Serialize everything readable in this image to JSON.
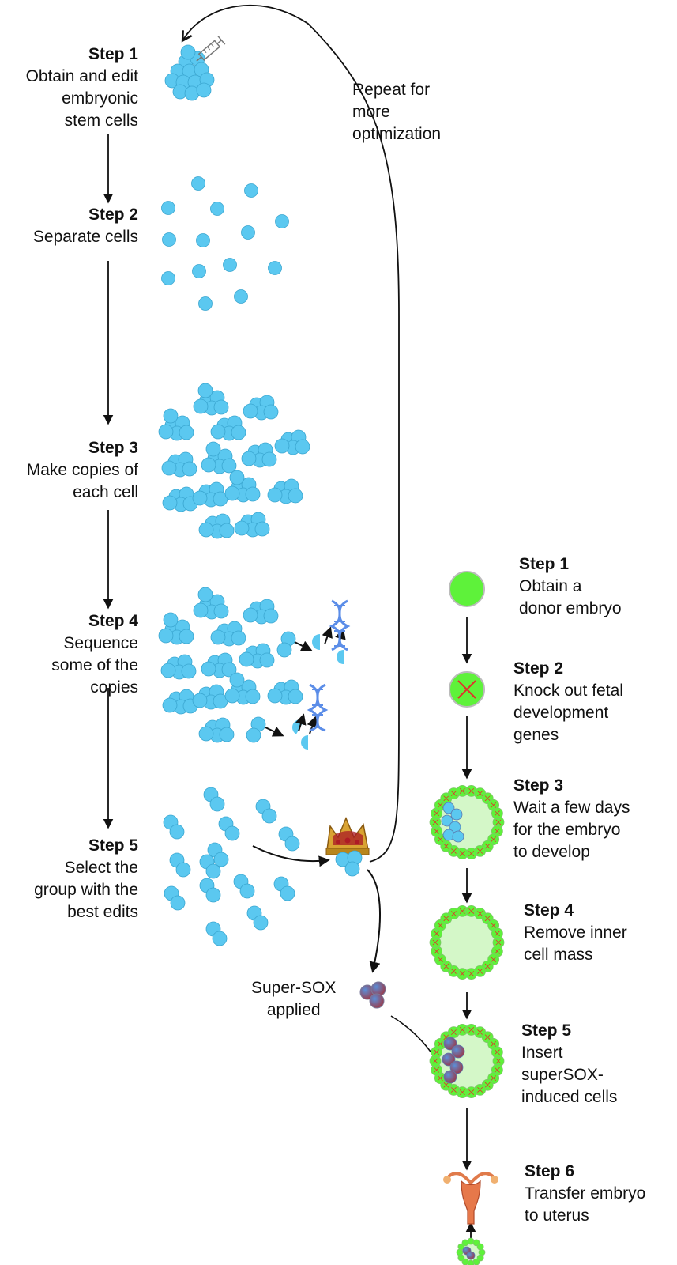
{
  "left_steps": [
    {
      "title": "Step 1",
      "desc": "Obtain and edit\nembryonic\nstem cells"
    },
    {
      "title": "Step 2",
      "desc": "Separate cells"
    },
    {
      "title": "Step 3",
      "desc": "Make copies of\neach cell"
    },
    {
      "title": "Step 4",
      "desc": "Sequence\nsome of the\ncopies"
    },
    {
      "title": "Step 5",
      "desc": "Select the\ngroup with the\nbest edits"
    }
  ],
  "right_steps": [
    {
      "title": "Step 1",
      "desc": "Obtain a\ndonor embryo"
    },
    {
      "title": "Step 2",
      "desc": "Knock out fetal\ndevelopment\ngenes"
    },
    {
      "title": "Step 3",
      "desc": "Wait a few days\nfor the embryo\nto develop"
    },
    {
      "title": "Step 4",
      "desc": "Remove inner\ncell mass"
    },
    {
      "title": "Step 5",
      "desc": "Insert\nsuperSOX-\ninduced cells"
    },
    {
      "title": "Step 6",
      "desc": "Transfer embryo\nto uterus"
    }
  ],
  "repeat_note": "Repeat for\nmore\noptimization",
  "supersox_note": "Super-SOX\napplied",
  "colors": {
    "stem_cell": "#5bc8f0",
    "donor_embryo": "#5ef23a",
    "inner_embryo": "#d4f7c8",
    "knockout_mark": "#e0322a",
    "dna": "#5b8de8",
    "supersox_cell": "#8a6b8a",
    "uterus": "#e07a4a",
    "crown": "#c9962a"
  },
  "icons": [
    "syringe-icon",
    "dna-icon",
    "crown-icon",
    "uterus-icon",
    "knockout-x-icon"
  ]
}
